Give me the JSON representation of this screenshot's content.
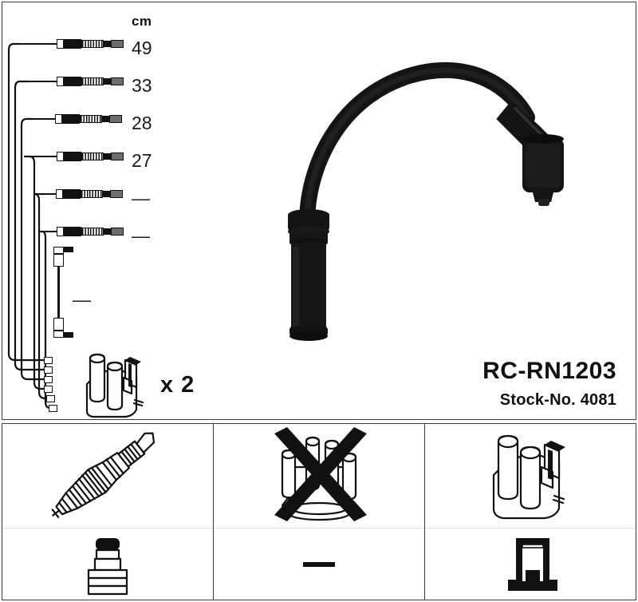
{
  "product": {
    "part_number": "RC-RN1203",
    "stock_label": "Stock-No. 4081",
    "multiplier_label": "x 2"
  },
  "measurements": {
    "unit_header": "cm",
    "rows": [
      {
        "length": "49"
      },
      {
        "length": "33"
      },
      {
        "length": "28"
      },
      {
        "length": "27"
      },
      {
        "length": "—"
      },
      {
        "length": "—"
      }
    ],
    "jumper_length": "—"
  },
  "panels": [
    {
      "name": "spark-plug-panel",
      "top_icon": "spark-plug-icon",
      "bottom_icon": "spark-plug-boot-icon",
      "crossed_out": false
    },
    {
      "name": "distributor-cap-panel",
      "top_icon": "distributor-cap-icon",
      "bottom_icon": "dash-mark",
      "bottom_label": "—",
      "crossed_out": true
    },
    {
      "name": "ignition-coil-panel",
      "top_icon": "ignition-coil-pack-icon",
      "bottom_icon": "coil-terminal-icon",
      "crossed_out": false
    }
  ],
  "illustration": {
    "main_cable": "ignition-cable-icon",
    "coil_pack": "ignition-coil-pack-icon"
  },
  "colors": {
    "ink": "#111111",
    "frame": "#3b3b3b",
    "paper": "#ffffff",
    "terminal_grey": "#6d6d6d"
  }
}
